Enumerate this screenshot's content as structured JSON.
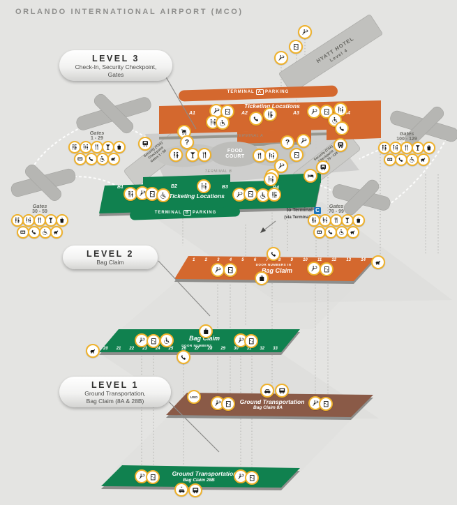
{
  "title": "ORLANDO INTERNATIONAL AIRPORT (MCO)",
  "level3": {
    "label": "LEVEL 3",
    "desc1": "Check-In, Security Checkpoint,",
    "desc2": "Gates"
  },
  "level2": {
    "label": "LEVEL 2",
    "desc1": "Bag Claim"
  },
  "level1": {
    "label": "LEVEL 1",
    "desc1": "Ground Transportation,",
    "desc2": "Bag Claim (8A & 28B)"
  },
  "hyatt": {
    "line1": "HYATT HOTEL",
    "line2": "Level 4"
  },
  "terminal_a": {
    "parking_pre": "TERMINAL",
    "parking_letter": "A",
    "parking_post": "PARKING",
    "ticketing": "Ticketing Locations",
    "label": "TERMINAL A",
    "sections": [
      "A1",
      "A2",
      "A3",
      "A4"
    ]
  },
  "terminal_b": {
    "parking_pre": "TERMINAL",
    "parking_letter": "B",
    "parking_post": "PARKING",
    "ticketing": "Ticketing Locations",
    "label": "TERMINAL B",
    "sections": [
      "B1",
      "B2",
      "B3",
      "B4"
    ]
  },
  "food_court": {
    "line1": "FOOD",
    "line2": "COURT"
  },
  "security_west": {
    "line1": "Security (TSA)",
    "line2": "Checkpoint",
    "line3": "Gates 1 - 59"
  },
  "security_east": {
    "line1": "Security (TSA)",
    "line2": "Checkpoint",
    "line3": "Gates 70 - 129"
  },
  "terminal_c": {
    "line1": "to Terminal",
    "badge": "C",
    "line2": "(via Terminal Link)"
  },
  "gates": [
    {
      "title": "Gates",
      "range": "1 - 29",
      "row1": [
        "restroom",
        "family-restroom",
        "food",
        "bar",
        "shops"
      ],
      "row2": [
        "atm",
        "phone",
        "wheelchair",
        "pet"
      ]
    },
    {
      "title": "Gates",
      "range": "100 - 129",
      "row1": [
        "restroom",
        "family-restroom",
        "food",
        "bar",
        "shops"
      ],
      "row2": [
        "atm",
        "phone",
        "wheelchair",
        "pet"
      ]
    },
    {
      "title": "Gates",
      "range": "30 - 59",
      "row1": [
        "restroom",
        "family-restroom",
        "food",
        "bar",
        "shops"
      ],
      "row2": [
        "atm",
        "phone",
        "wheelchair",
        "pet"
      ]
    },
    {
      "title": "Gates",
      "range": "70 - 99",
      "row1": [
        "restroom",
        "family-restroom",
        "food",
        "bar",
        "shops"
      ],
      "row2": [
        "atm",
        "phone",
        "wheelchair",
        "pet"
      ]
    }
  ],
  "bag_claim_a": {
    "name": "Bag Claim",
    "doors_note": "DOOR NUMBERS IN",
    "numbers": [
      "1",
      "2",
      "3",
      "4",
      "5",
      "6",
      "7",
      "8",
      "9",
      "10",
      "11",
      "12",
      "13",
      "14"
    ]
  },
  "bag_claim_b": {
    "name": "Bag Claim",
    "doors_note": "DOOR NUMBERS",
    "numbers": [
      "20",
      "21",
      "22",
      "23",
      "24",
      "25",
      "26",
      "27",
      "28",
      "29",
      "30",
      "31",
      "32",
      "33"
    ]
  },
  "ground_a": {
    "line1": "Ground Transportation",
    "line2": "Bag Claim 8A"
  },
  "ground_b": {
    "line1": "Ground Transportation",
    "line2": "Bag Claim 28B"
  },
  "icons": {
    "restroom": "i-restroom",
    "family-restroom": "i-family",
    "food": "i-food",
    "bar": "i-bar",
    "shops": "i-shops",
    "atm": "i-atm",
    "phone": "i-phone",
    "wheelchair": "i-wheelchair",
    "pet": "i-pet",
    "escalator": "i-escalator",
    "elevator": "i-elevator",
    "train": "i-train",
    "bed": "i-bed",
    "luggage": "i-luggage",
    "cart": "i-cart",
    "car": "i-car",
    "bus": "i-bus",
    "taxi": "i-taxi",
    "question": "?",
    "uso": "USO"
  },
  "colors": {
    "orange": "#d4682e",
    "green": "#10814f",
    "brown": "#8a5a47",
    "gold": "#f0b22b",
    "blue": "#1b75bc",
    "gray": "#bcbcb9"
  }
}
